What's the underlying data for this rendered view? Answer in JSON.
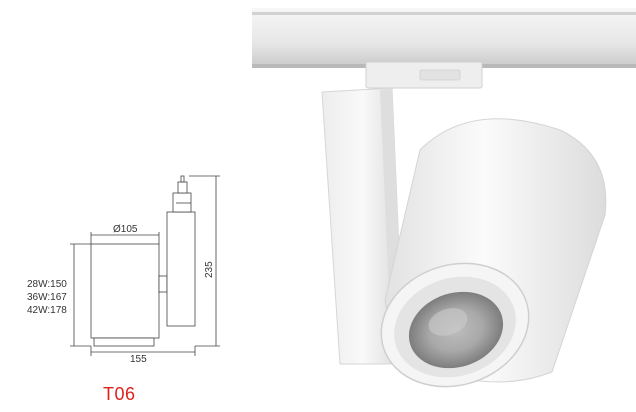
{
  "drawing": {
    "diameter_label": "Ø105",
    "height_label": "235",
    "width_label": "155",
    "variants": [
      "28W:150",
      "36W:167",
      "42W:178"
    ]
  },
  "product": {
    "model": "T06"
  },
  "colors": {
    "model_text": "#e0201b",
    "line": "#444444",
    "body_white": "#f4f4f4",
    "body_shadow": "#d4d4d4"
  }
}
